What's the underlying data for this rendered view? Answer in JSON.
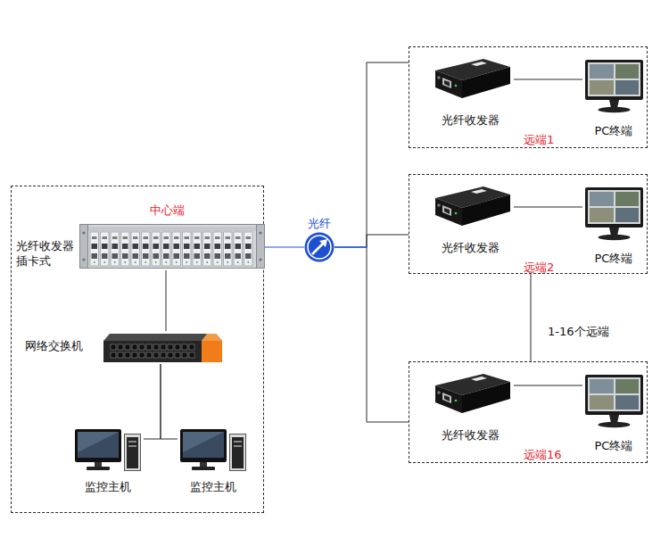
{
  "diagram": {
    "nodes": [
      {
        "text": [
          "中心端"
        ]
      },
      {
        "text": [
          "光纤收发器 插卡式"
        ],
        "in": 0
      },
      {
        "text": [
          "网络交换机"
        ],
        "in": 0
      },
      {
        "text": [
          "监控主机"
        ],
        "in": 0
      },
      {
        "text": [
          "监控主机"
        ],
        "in": 0
      },
      {
        "text": [
          "光纤"
        ]
      },
      {
        "text": [
          "远端1"
        ]
      },
      {
        "text": [
          "光纤收发器"
        ],
        "in": 6
      },
      {
        "text": [
          "PC终端"
        ],
        "in": 6
      },
      {
        "text": [
          "远端2"
        ]
      },
      {
        "text": [
          "光纤收发器"
        ],
        "in": 9
      },
      {
        "text": [
          "PC终端"
        ],
        "in": 9
      },
      {
        "text": [
          "远端16"
        ]
      },
      {
        "text": [
          "光纤收发器"
        ],
        "in": 12
      },
      {
        "text": [
          "PC终端"
        ],
        "in": 12
      }
    ],
    "edges": [
      {
        "from": 1,
        "to": 2,
        "arrow": "none"
      },
      {
        "from": 2,
        "to": 3,
        "arrow": "none"
      },
      {
        "from": 2,
        "to": 4,
        "arrow": "none"
      },
      {
        "from": 1,
        "to": 5,
        "arrow": "none"
      },
      {
        "from": 5,
        "to": 6,
        "arrow": "none"
      },
      {
        "from": 5,
        "to": 9,
        "arrow": "none"
      },
      {
        "from": 5,
        "to": 12,
        "arrow": "none"
      },
      {
        "from": 7,
        "to": 8,
        "arrow": "none"
      },
      {
        "from": 10,
        "to": 11,
        "arrow": "none"
      },
      {
        "from": 13,
        "to": 14,
        "arrow": "none"
      },
      {
        "from": 9,
        "to": 12,
        "label": "1-16个远端",
        "arrow": "none"
      }
    ]
  }
}
